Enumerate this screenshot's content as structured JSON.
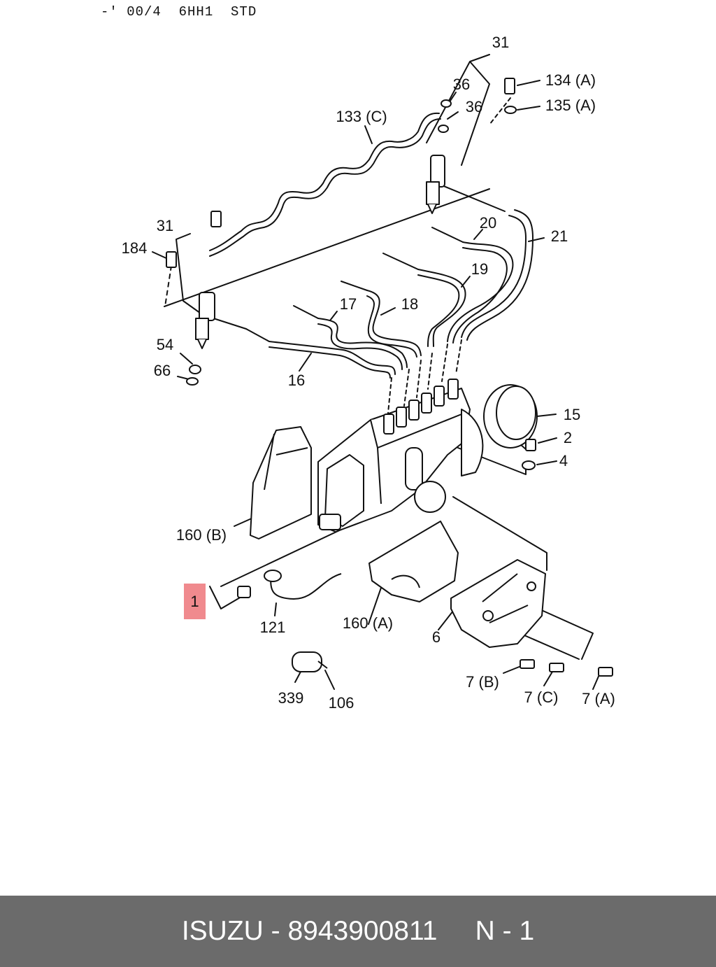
{
  "header": {
    "code": "-' 00/4  6HH1  STD"
  },
  "highlight": {
    "label": "1",
    "color": "#f08a8e"
  },
  "callouts": [
    {
      "id": "c31a",
      "text": "31"
    },
    {
      "id": "c36a",
      "text": "36"
    },
    {
      "id": "c36b",
      "text": "36"
    },
    {
      "id": "c134",
      "text": "134 (A)"
    },
    {
      "id": "c135",
      "text": "135 (A)"
    },
    {
      "id": "c133",
      "text": "133 (C)"
    },
    {
      "id": "c31b",
      "text": "31"
    },
    {
      "id": "c184",
      "text": "184"
    },
    {
      "id": "c20",
      "text": "20"
    },
    {
      "id": "c21",
      "text": "21"
    },
    {
      "id": "c19",
      "text": "19"
    },
    {
      "id": "c17",
      "text": "17"
    },
    {
      "id": "c18",
      "text": "18"
    },
    {
      "id": "c54",
      "text": "54"
    },
    {
      "id": "c66",
      "text": "66"
    },
    {
      "id": "c16",
      "text": "16"
    },
    {
      "id": "c15",
      "text": "15"
    },
    {
      "id": "c2",
      "text": "2"
    },
    {
      "id": "c4",
      "text": "4"
    },
    {
      "id": "c160b",
      "text": "160 (B)"
    },
    {
      "id": "c121",
      "text": "121"
    },
    {
      "id": "c160a",
      "text": "160 (A)"
    },
    {
      "id": "c6",
      "text": "6"
    },
    {
      "id": "c339",
      "text": "339"
    },
    {
      "id": "c106",
      "text": "106"
    },
    {
      "id": "c7b",
      "text": "7 (B)"
    },
    {
      "id": "c7c",
      "text": "7 (C)"
    },
    {
      "id": "c7a",
      "text": "7 (A)"
    }
  ],
  "footer": {
    "text": "ISUZU - 8943900811     N - 1",
    "background": "#6b6b6b"
  }
}
